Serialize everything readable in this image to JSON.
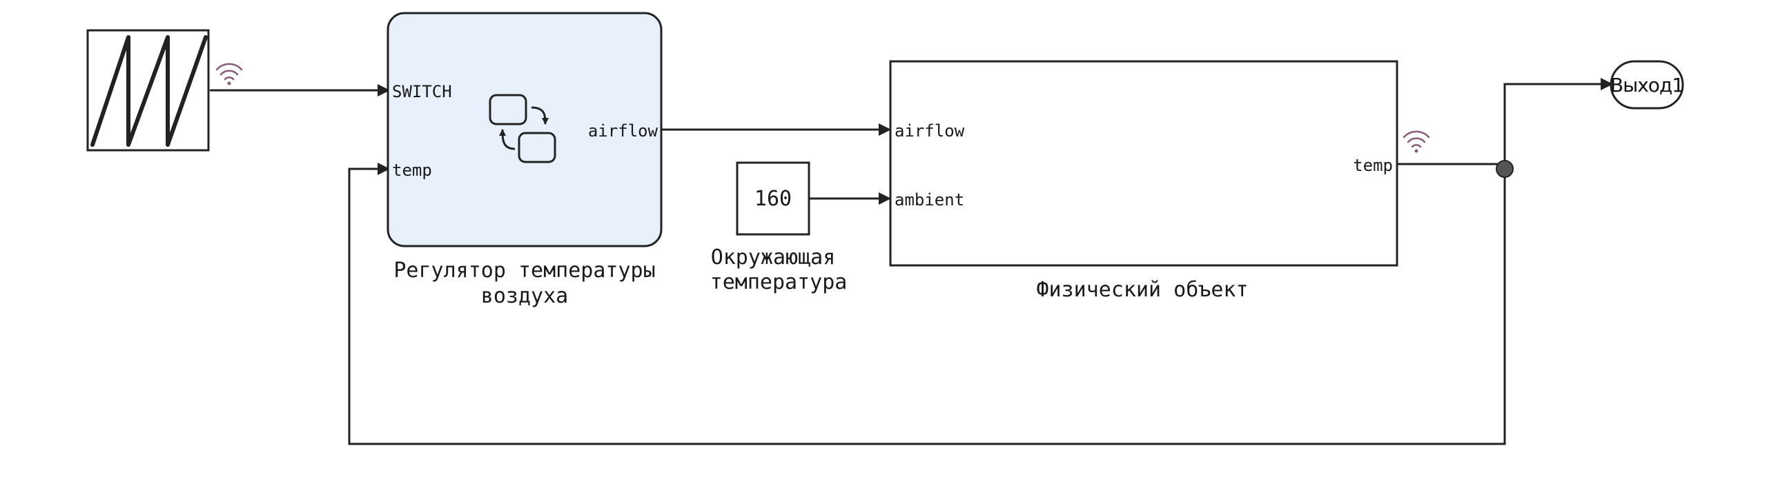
{
  "blocks": {
    "generator": {
      "signal_icon": "wireless-signal-icon",
      "wave_icon": "sawtooth-wave-icon"
    },
    "controller": {
      "input_switch": "SWITCH",
      "input_temp": "temp",
      "output_airflow": "airflow",
      "label_line1": "Регулятор температуры",
      "label_line2": "воздуха",
      "icon": "stateflow-chart-icon",
      "fill_color": "#e8f1fb"
    },
    "constant": {
      "value": "160",
      "label_line1": "Окружающая",
      "label_line2": "температура"
    },
    "plant": {
      "input_airflow": "airflow",
      "input_ambient": "ambient",
      "output_temp": "temp",
      "label": "Физический объект",
      "signal_icon": "wireless-signal-icon"
    },
    "outport": {
      "label": "Выход1"
    }
  },
  "colors": {
    "signal_icon": "#8a5a7a",
    "line": "#222222",
    "junction": "#555555"
  }
}
